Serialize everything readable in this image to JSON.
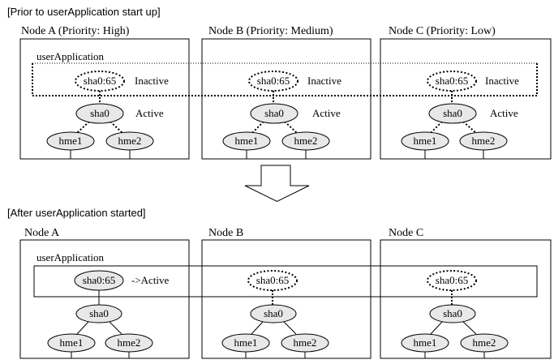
{
  "prior": {
    "heading": "[Prior to userApplication start up]",
    "userapp_label": "userApplication",
    "nodes": [
      {
        "title": "Node A (Priority: High)",
        "vip": "sha0:65",
        "vip_state": "Inactive",
        "sha": "sha0",
        "sha_state": "Active",
        "nic1": "hme1",
        "nic2": "hme2"
      },
      {
        "title": "Node B (Priority: Medium)",
        "vip": "sha0:65",
        "vip_state": "Inactive",
        "sha": "sha0",
        "sha_state": "Active",
        "nic1": "hme1",
        "nic2": "hme2"
      },
      {
        "title": "Node C (Priority: Low)",
        "vip": "sha0:65",
        "vip_state": "Inactive",
        "sha": "sha0",
        "sha_state": "Active",
        "nic1": "hme1",
        "nic2": "hme2"
      }
    ]
  },
  "after": {
    "heading": "[After userApplication started]",
    "userapp_label": "userApplication",
    "nodes": [
      {
        "title": "Node A",
        "vip": "sha0:65",
        "vip_state": "->Active",
        "sha": "sha0",
        "nic1": "hme1",
        "nic2": "hme2"
      },
      {
        "title": "Node B",
        "vip": "sha0:65",
        "vip_state": "",
        "sha": "sha0",
        "nic1": "hme1",
        "nic2": "hme2"
      },
      {
        "title": "Node C",
        "vip": "sha0:65",
        "vip_state": "",
        "sha": "sha0",
        "nic1": "hme1",
        "nic2": "hme2"
      }
    ]
  },
  "colors": {
    "ellipse_fill": "#e8e8e8",
    "stroke": "#000000",
    "background": "#ffffff"
  }
}
